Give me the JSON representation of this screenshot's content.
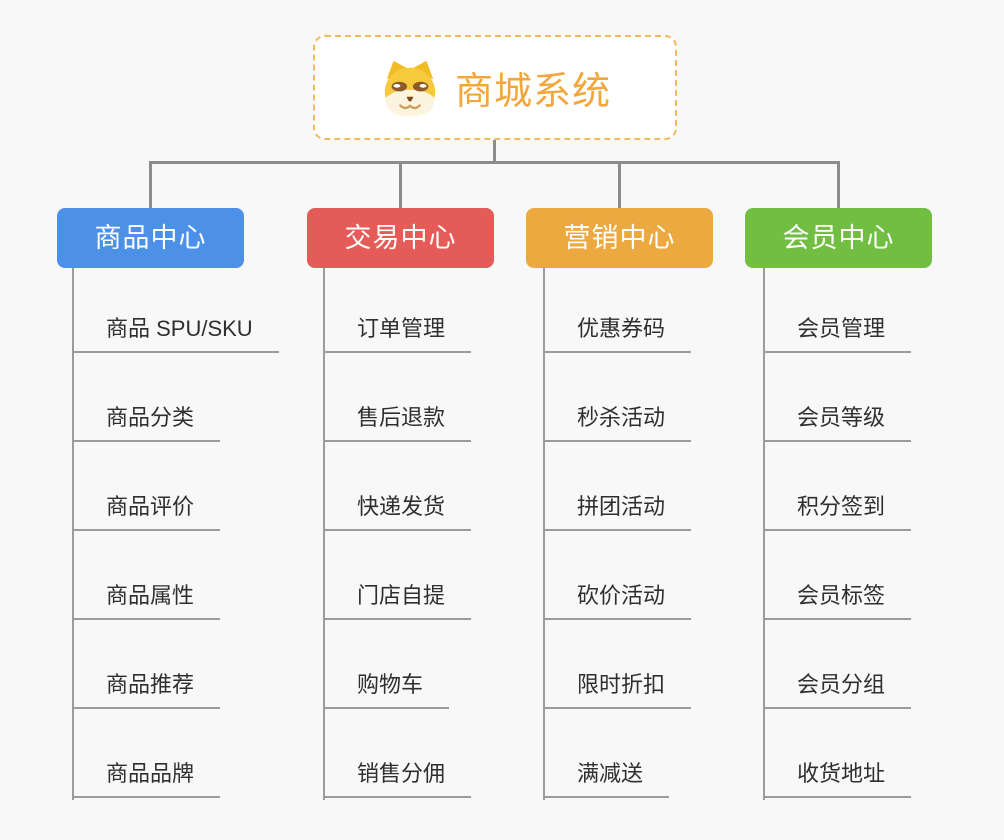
{
  "root": {
    "title": "商城系统",
    "icon": "dog-face-icon",
    "title_color": "#F1A73E",
    "border_color": "#F2BA5E",
    "fill": "#FFFFFF"
  },
  "branches": [
    {
      "label": "商品中心",
      "color": "#4C90E8",
      "items": [
        "商品 SPU/SKU",
        "商品分类",
        "商品评价",
        "商品属性",
        "商品推荐",
        "商品品牌"
      ]
    },
    {
      "label": "交易中心",
      "color": "#E45B58",
      "items": [
        "订单管理",
        "售后退款",
        "快递发货",
        "门店自提",
        "购物车",
        "销售分佣"
      ]
    },
    {
      "label": "营销中心",
      "color": "#ECA93F",
      "items": [
        "优惠券码",
        "秒杀活动",
        "拼团活动",
        "砍价活动",
        "限时折扣",
        "满减送"
      ]
    },
    {
      "label": "会员中心",
      "color": "#72BE43",
      "items": [
        "会员管理",
        "会员等级",
        "积分签到",
        "会员标签",
        "会员分组",
        "收货地址"
      ]
    }
  ],
  "colors": {
    "background": "#F8F8F8",
    "connector_line": "#8C8C8C",
    "item_line": "#9C9C9C",
    "item_text": "#2F2F2F"
  }
}
